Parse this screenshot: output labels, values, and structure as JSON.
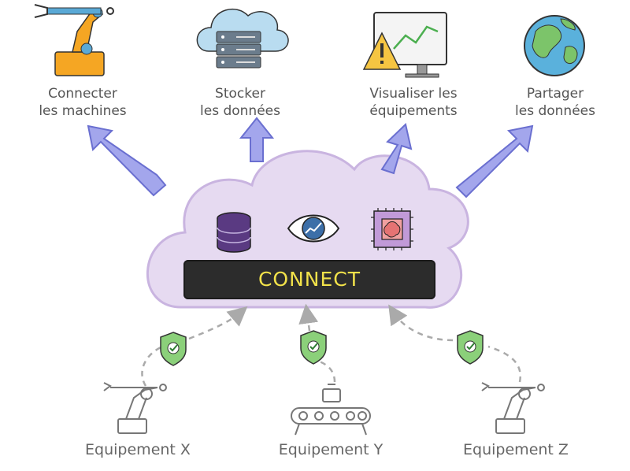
{
  "top_nodes": [
    {
      "line1": "Connecter",
      "line2": "les machines",
      "icon": "robot-arm-icon"
    },
    {
      "line1": "Stocker",
      "line2": "les données",
      "icon": "cloud-server-icon"
    },
    {
      "line1": "Visualiser les",
      "line2": "équipements",
      "icon": "monitor-alert-icon"
    },
    {
      "line1": "Partager",
      "line2": "les données",
      "icon": "globe-icon"
    }
  ],
  "platform": {
    "name": "CONNECT",
    "icons": [
      "database-icon",
      "eye-chart-icon",
      "ai-chip-icon"
    ],
    "colors": {
      "cloud": "#e6daf1",
      "cloud_stroke": "#c9b4e0",
      "bar": "#2c2c2c",
      "text": "#f2e24a"
    }
  },
  "equipment": [
    {
      "label": "Equipement X",
      "icon": "robot-arm-outline-icon"
    },
    {
      "label": "Equipement Y",
      "icon": "conveyor-icon"
    },
    {
      "label": "Equipement Z",
      "icon": "robot-arm-outline-icon"
    }
  ],
  "colors": {
    "arrow": "#a3a6ec",
    "arrow_stroke": "#6a6fd0",
    "shield": "#8bd07a",
    "dashed": "#aaaaaa"
  }
}
